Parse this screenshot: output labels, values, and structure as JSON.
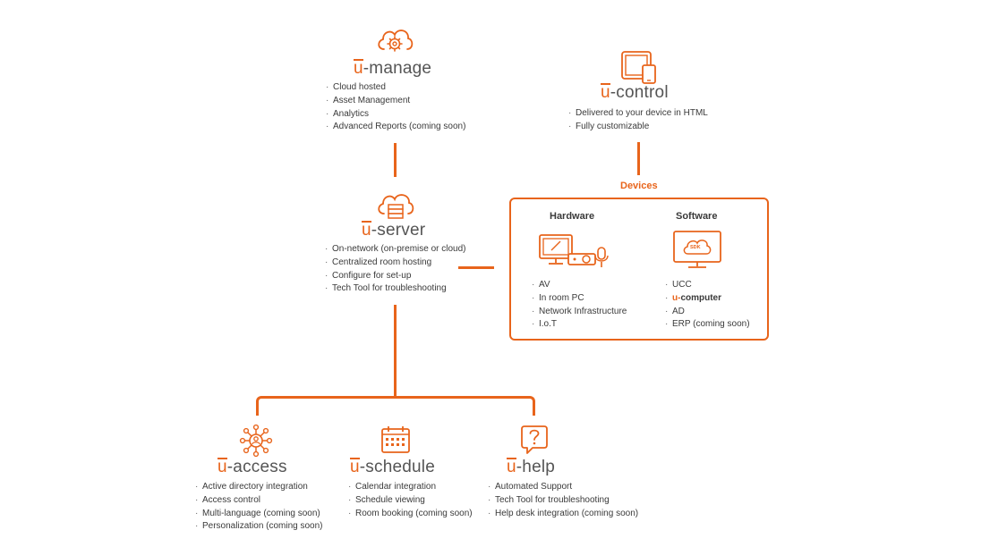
{
  "accent_color": "#e8641b",
  "manage": {
    "prefix": "u",
    "name": "-manage",
    "icon": "cloud-gear-icon",
    "items": [
      "Cloud hosted",
      "Asset Management",
      "Analytics",
      "Advanced Reports (coming soon)"
    ]
  },
  "control": {
    "prefix": "u",
    "name": "-control",
    "icon": "devices-icon",
    "items": [
      "Delivered to your device in HTML",
      "Fully customizable"
    ]
  },
  "server": {
    "prefix": "u",
    "name": "-server",
    "icon": "cloud-server-icon",
    "items": [
      "On-network (on-premise or cloud)",
      "Centralized room hosting",
      "Configure for set-up",
      "Tech Tool for troubleshooting"
    ]
  },
  "devices": {
    "label": "Devices",
    "hardware": {
      "title": "Hardware",
      "icon": "monitor-projector-mic-icon",
      "items": [
        "AV",
        "In room PC",
        "Network Infrastructure",
        "I.o.T"
      ]
    },
    "software": {
      "title": "Software",
      "icon": "sdk-monitor-icon",
      "sdk_text": "SDK",
      "items": [
        "UCC",
        "computer",
        "AD",
        "ERP (coming soon)"
      ],
      "computer_prefix": "u-"
    }
  },
  "access": {
    "prefix": "u",
    "name": "-access",
    "icon": "network-user-icon",
    "items": [
      "Active directory integration",
      "Access control",
      "Multi-language (coming soon)",
      "Personalization (coming soon)"
    ]
  },
  "schedule": {
    "prefix": "u",
    "name": "-schedule",
    "icon": "calendar-icon",
    "items": [
      "Calendar integration",
      "Schedule viewing",
      "Room booking (coming soon)"
    ]
  },
  "help": {
    "prefix": "u",
    "name": "-help",
    "icon": "question-bubble-icon",
    "items": [
      "Automated Support",
      "Tech Tool for troubleshooting",
      "Help desk integration (coming soon)"
    ]
  }
}
